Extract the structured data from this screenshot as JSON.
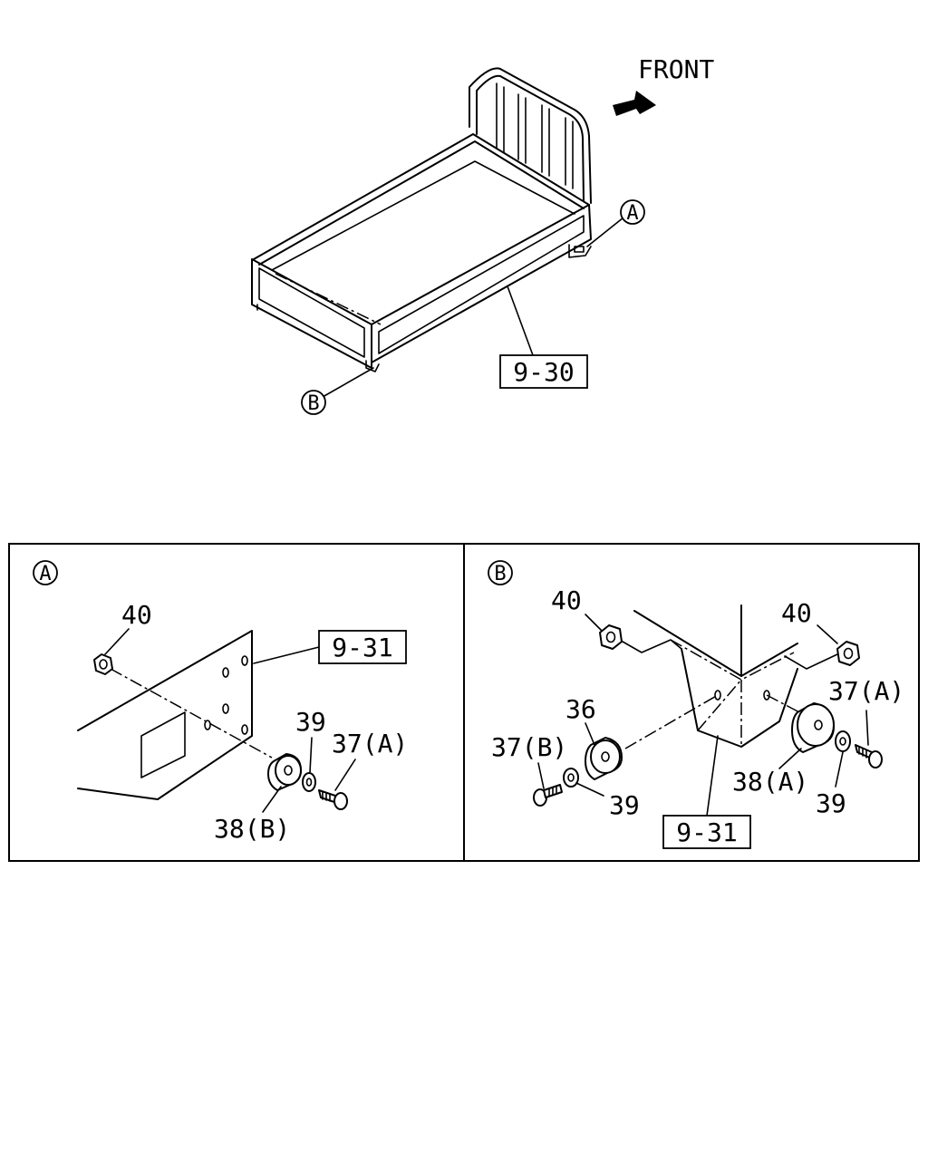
{
  "main_view": {
    "direction_label": "FRONT",
    "callout_a": "A",
    "callout_b": "B",
    "ref_body": "9-30"
  },
  "detail_a": {
    "title": "A",
    "ref_frame": "9-31",
    "parts": {
      "nut": "40",
      "washer": "39",
      "bolt": "37(A)",
      "rubber": "38(B)"
    }
  },
  "detail_b": {
    "title": "B",
    "ref_frame": "9-31",
    "parts": {
      "nut_left": "40",
      "nut_right": "40",
      "bolt_right": "37(A)",
      "bolt_left": "37(B)",
      "spacer": "36",
      "rubber": "38(A)",
      "washer_left": "39",
      "washer_right": "39"
    }
  }
}
